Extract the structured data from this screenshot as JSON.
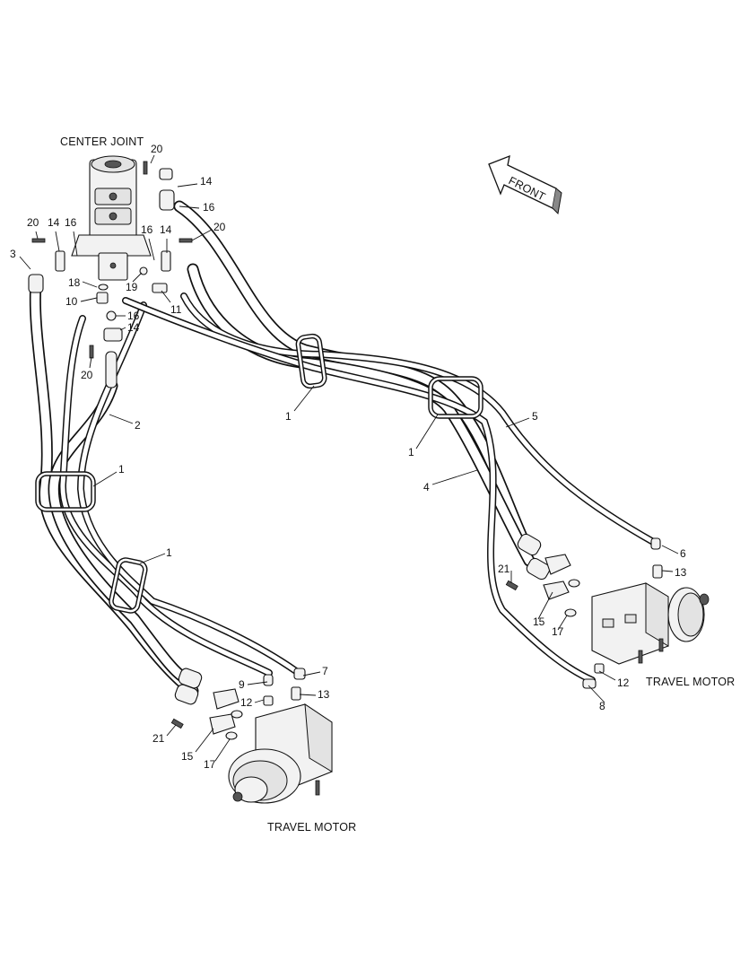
{
  "titles": {
    "center_joint": "CENTER JOINT",
    "travel_motor_right": "TRAVEL MOTOR",
    "travel_motor_left": "TRAVEL MOTOR",
    "front": "FRONT"
  },
  "callouts": [
    {
      "id": "c20a",
      "text": "20"
    },
    {
      "id": "c14a",
      "text": "14"
    },
    {
      "id": "c16a",
      "text": "16"
    },
    {
      "id": "c20b",
      "text": "20"
    },
    {
      "id": "c14b",
      "text": "14"
    },
    {
      "id": "c16b",
      "text": "16"
    },
    {
      "id": "c16c",
      "text": "16"
    },
    {
      "id": "c14c",
      "text": "14"
    },
    {
      "id": "c20c",
      "text": "20"
    },
    {
      "id": "c3",
      "text": "3"
    },
    {
      "id": "c18",
      "text": "18"
    },
    {
      "id": "c19",
      "text": "19"
    },
    {
      "id": "c10",
      "text": "10"
    },
    {
      "id": "c11",
      "text": "11"
    },
    {
      "id": "c16d",
      "text": "16"
    },
    {
      "id": "c14d",
      "text": "14"
    },
    {
      "id": "c20d",
      "text": "20"
    },
    {
      "id": "c2",
      "text": "2"
    },
    {
      "id": "c1a",
      "text": "1"
    },
    {
      "id": "c1b",
      "text": "1"
    },
    {
      "id": "c1c",
      "text": "1"
    },
    {
      "id": "c1d",
      "text": "1"
    },
    {
      "id": "c5",
      "text": "5"
    },
    {
      "id": "c4",
      "text": "4"
    },
    {
      "id": "c6",
      "text": "6"
    },
    {
      "id": "c13a",
      "text": "13"
    },
    {
      "id": "c21a",
      "text": "21"
    },
    {
      "id": "c15a",
      "text": "15"
    },
    {
      "id": "c17a",
      "text": "17"
    },
    {
      "id": "c12a",
      "text": "12"
    },
    {
      "id": "c8",
      "text": "8"
    },
    {
      "id": "c7",
      "text": "7"
    },
    {
      "id": "c9",
      "text": "9"
    },
    {
      "id": "c13b",
      "text": "13"
    },
    {
      "id": "c12b",
      "text": "12"
    },
    {
      "id": "c21b",
      "text": "21"
    },
    {
      "id": "c15b",
      "text": "15"
    },
    {
      "id": "c17b",
      "text": "17"
    }
  ]
}
